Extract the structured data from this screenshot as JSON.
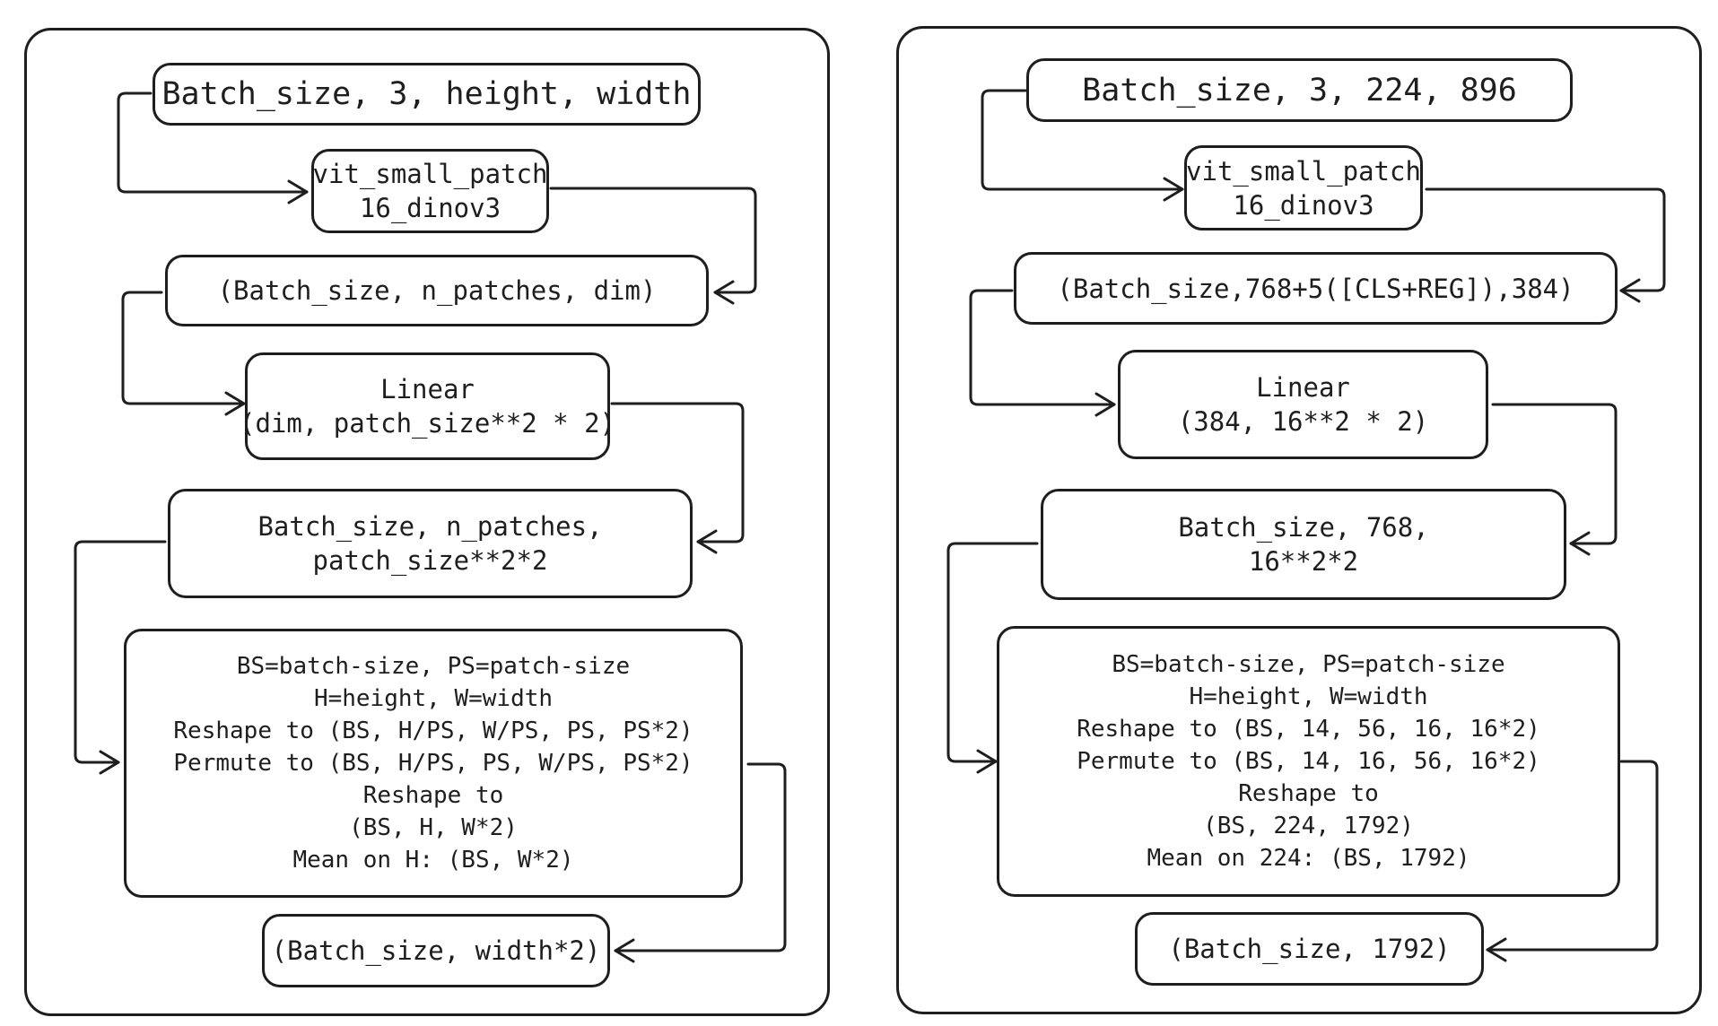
{
  "left": {
    "input": "Batch_size, 3, height, width",
    "backbone": [
      "vit_small_patch",
      "16_dinov3"
    ],
    "features": "(Batch_size, n_patches, dim)",
    "linear": [
      "Linear",
      "(dim, patch_size**2 * 2)"
    ],
    "projected": [
      "Batch_size, n_patches,",
      "patch_size**2*2"
    ],
    "ops": [
      "BS=batch-size, PS=patch-size",
      "H=height, W=width",
      "Reshape to (BS, H/PS, W/PS, PS, PS*2)",
      "Permute to (BS, H/PS, PS, W/PS, PS*2)",
      "Reshape to",
      "(BS, H, W*2)",
      "Mean on H: (BS, W*2)"
    ],
    "output": "(Batch_size, width*2)"
  },
  "right": {
    "input": "Batch_size, 3, 224, 896",
    "backbone": [
      "vit_small_patch",
      "16_dinov3"
    ],
    "features": "(Batch_size,768+5([CLS+REG]),384)",
    "linear": [
      "Linear",
      "(384, 16**2 * 2)"
    ],
    "projected": [
      "Batch_size, 768,",
      "16**2*2"
    ],
    "ops": [
      "BS=batch-size, PS=patch-size",
      "H=height, W=width",
      "Reshape to (BS, 14, 56, 16, 16*2)",
      "Permute to (BS, 14, 16, 56, 16*2)",
      "Reshape to",
      "(BS, 224, 1792)",
      "Mean on 224: (BS, 1792)"
    ],
    "output": "(Batch_size, 1792)"
  },
  "colors": {
    "stroke": "#1e1e1e",
    "background": "#ffffff"
  }
}
